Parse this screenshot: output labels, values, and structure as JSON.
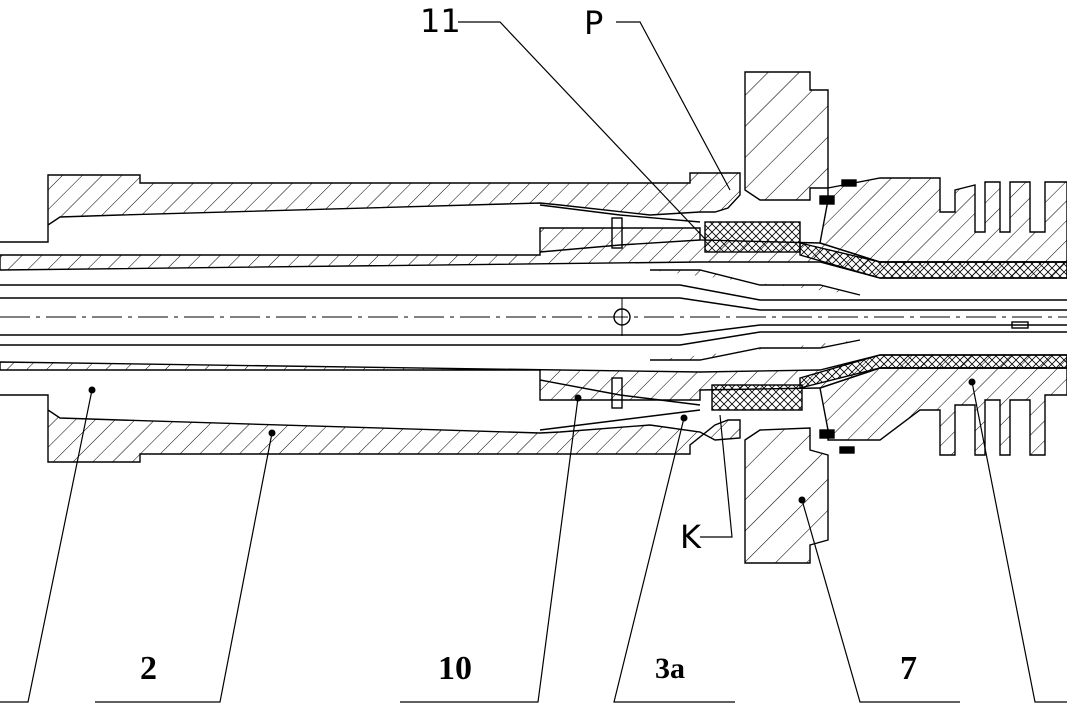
{
  "labels": {
    "top_11": "11",
    "top_p": "P",
    "k": "K",
    "bottom_2": "2",
    "bottom_10": "10",
    "bottom_3a": "3a",
    "bottom_7": "7"
  },
  "colors": {
    "line": "#000000",
    "background": "#ffffff"
  }
}
